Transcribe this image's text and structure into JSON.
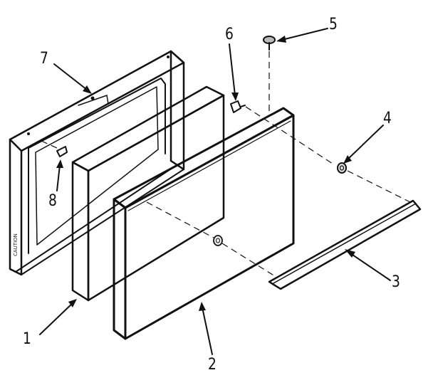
{
  "callouts": {
    "c1": "1",
    "c2": "2",
    "c3": "3",
    "c4": "4",
    "c5": "5",
    "c6": "6",
    "c7": "7",
    "c8": "8"
  },
  "frame_mark": "CAUTION",
  "colors": {
    "ink": "#111111",
    "panel": "#f6f6f6",
    "insulation": "#e9e9e9"
  }
}
